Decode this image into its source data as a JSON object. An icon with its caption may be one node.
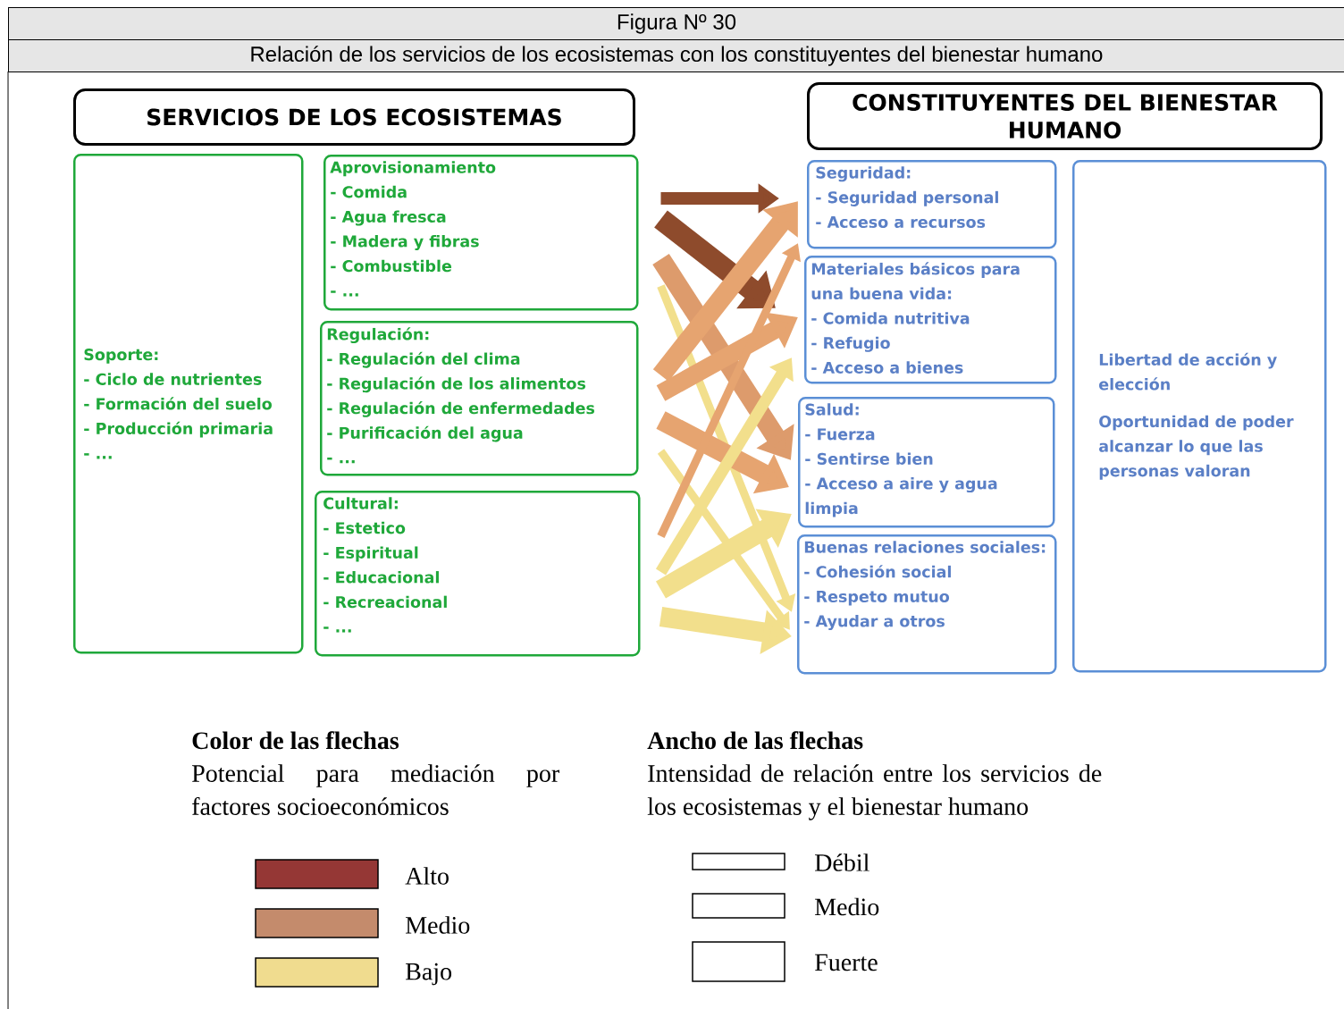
{
  "diagram": {
    "title": "Figura Nº 30",
    "nodes": [
      {
        "text": [
          "SERVICIOS DE LOS ECOSISTEMAS"
        ]
      },
      {
        "text": [
          "Soporte:",
          "- Ciclo de nutrientes",
          "- Formación del suelo",
          "- Producción primaria",
          "- ..."
        ]
      },
      {
        "text": [
          "Aprovisionamiento",
          "- Comida",
          "- Agua fresca",
          "- Madera y fibras",
          "- Combustible",
          "- ..."
        ]
      },
      {
        "text": [
          "Regulación:",
          "- Regulación del clima",
          "- Regulación de los alimentos",
          "- Regulación de enfermedades",
          "- Purificación del agua",
          "- ..."
        ]
      },
      {
        "text": [
          "Cultural:",
          "- Estetico",
          "- Espiritual",
          "- Educacional",
          "- Recreacional",
          "- ..."
        ]
      },
      {
        "text": [
          "CONSTITUYENTES DEL BIENESTAR HUMANO"
        ]
      },
      {
        "text": [
          "Seguridad:",
          "- Seguridad personal",
          "- Acceso a recursos"
        ]
      },
      {
        "text": [
          "Materiales básicos para una buena vida:",
          "- Comida nutritiva",
          "- Refugio",
          "- Acceso a bienes"
        ]
      },
      {
        "text": [
          "Salud:",
          "- Fuerza",
          "- Sentirse bien",
          "- Acceso a aire y agua limpia"
        ]
      },
      {
        "text": [
          "Buenas relaciones sociales:",
          "- Cohesión social",
          "- Respeto mutuo",
          "- Ayudar a otros"
        ]
      },
      {
        "text": [
          "Libertad de acción y elección",
          "Oportunidad de poder alcanzar lo que las personas valoran"
        ]
      }
    ],
    "edges": [
      {
        "from": 2,
        "to": 6,
        "arrow": "to",
        "color": "#8e4b2c"
      },
      {
        "from": 2,
        "to": 7,
        "arrow": "to",
        "color": "#8e4b2c"
      },
      {
        "from": 2,
        "to": 8,
        "arrow": "to",
        "color": "#dd9b6c"
      },
      {
        "from": 2,
        "to": 9,
        "arrow": "to",
        "color": "#f2df8c"
      },
      {
        "from": 3,
        "to": 6,
        "arrow": "to",
        "color": "#e6a470"
      },
      {
        "from": 3,
        "to": 7,
        "arrow": "to",
        "color": "#e6a470"
      },
      {
        "from": 3,
        "to": 8,
        "arrow": "to",
        "color": "#e6a470"
      },
      {
        "from": 3,
        "to": 9,
        "arrow": "to",
        "color": "#f2df8c"
      },
      {
        "from": 4,
        "to": 6,
        "arrow": "to",
        "color": "#e6a470"
      },
      {
        "from": 4,
        "to": 7,
        "arrow": "to",
        "color": "#f2df8c"
      },
      {
        "from": 4,
        "to": 8,
        "arrow": "to",
        "color": "#f2df8c"
      },
      {
        "from": 4,
        "to": 9,
        "arrow": "to",
        "color": "#f2df8c"
      }
    ],
    "labels": [
      "Relación de los servicios de los ecosistemas con los constituyentes del bienestar humano",
      "Color de las flechas",
      "Potencial para mediación por factores socioeconómicos",
      "Ancho de las flechas",
      "Intensidad de relación entre los servicios de los ecosistemas y el bienestar humano"
    ],
    "legend": [
      {
        "text": "Alto",
        "color": "#953735"
      },
      {
        "text": "Medio",
        "color": "#c48b6c"
      },
      {
        "text": "Bajo",
        "color": "#f0dc8f"
      },
      {
        "text": "Débil"
      },
      {
        "text": "Medio"
      },
      {
        "text": "Fuerte"
      }
    ]
  }
}
